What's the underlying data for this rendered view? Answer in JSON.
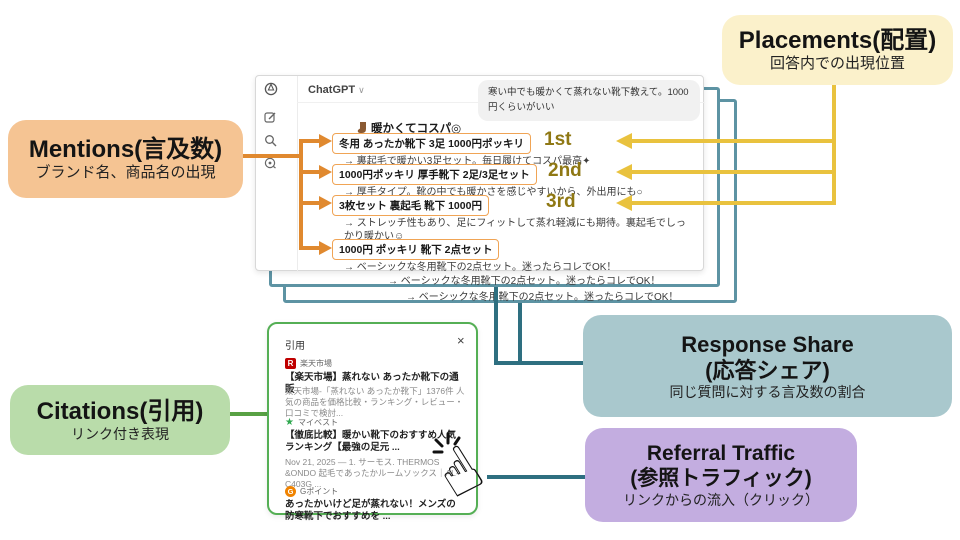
{
  "callouts": {
    "placements": {
      "title": "Placements(配置)",
      "subtitle": "回答内での出現位置",
      "bg": "#FBF1CB",
      "line_color": "#E9C23E"
    },
    "mentions": {
      "title": "Mentions(言及数)",
      "subtitle": "ブランド名、商品名の出現",
      "bg": "#F5C493",
      "line_color": "#E0892F"
    },
    "response_share": {
      "title_line1": "Response Share",
      "title_line2": "(応答シェア)",
      "subtitle": "同じ質問に対する言及数の割合",
      "bg": "#A9C8CD",
      "line_color": "#2E6F80"
    },
    "citations": {
      "title": "Citations(引用)",
      "subtitle": "リンク付き表現",
      "bg": "#B9DCAA",
      "line_color": "#58A144"
    },
    "referral": {
      "title_line1": "Referral Traffic",
      "title_line2": "(参照トラフィック)",
      "subtitle": "リンクからの流入（クリック）",
      "bg": "#C3ADE0"
    }
  },
  "chat": {
    "app_title": "ChatGPT",
    "user_question": "寒い中でも暖かくて蒸れない靴下教えて。1000円くらいがいい",
    "answer_heading": "暖かくてコスパ◎",
    "items": [
      {
        "title": "冬用 あったか靴下 3足 1000円ポッキリ",
        "rank": "1st",
        "desc": "→ 裏起毛で暖かい3足セット。毎日履けてコスパ最高✦"
      },
      {
        "title": "1000円ポッキリ 厚手靴下 2足/3足セット",
        "rank": "2nd",
        "desc": "→ 厚手タイプ。靴の中でも暖かさを感じやすいから、外出用にも○"
      },
      {
        "title": "3枚セット 裏起毛 靴下 1000円",
        "rank": "3rd",
        "desc": "→ ストレッチ性もあり、足にフィットして蒸れ軽減にも期待。裏起毛でしっかり暖かい☺"
      },
      {
        "title": "1000円 ポッキリ 靴下 2点セット",
        "desc": "→ ベーシックな冬用靴下の2点セット。迷ったらコレでOK！"
      }
    ],
    "stacked_line": "→ ベーシックな冬用靴下の2点セット。迷ったらコレでOK！"
  },
  "citation_panel": {
    "title": "引用",
    "close_label": "×",
    "items": [
      {
        "source": "楽天市場",
        "favicon": "R",
        "title": "【楽天市場】蒸れない あったか靴下の通販",
        "desc": "楽天市場-「蒸れない あったか靴下」1376件 人気の商品を価格比較・ランキング・レビュー・口コミで検討..."
      },
      {
        "source": "マイベスト",
        "favicon": "★",
        "title": "【徹底比較】暖かい靴下のおすすめ人気ランキング【最強の足元 ...",
        "desc": "Nov 21, 2025 — 1. サーモス. THERMOS &ONDO 起毛であったかルームソックス｜AL-C403G ..."
      },
      {
        "source": "Gポイント",
        "favicon": "G",
        "title": "あったかいけど足が蒸れない！メンズの防寒靴下でおすすめを ..."
      }
    ]
  }
}
